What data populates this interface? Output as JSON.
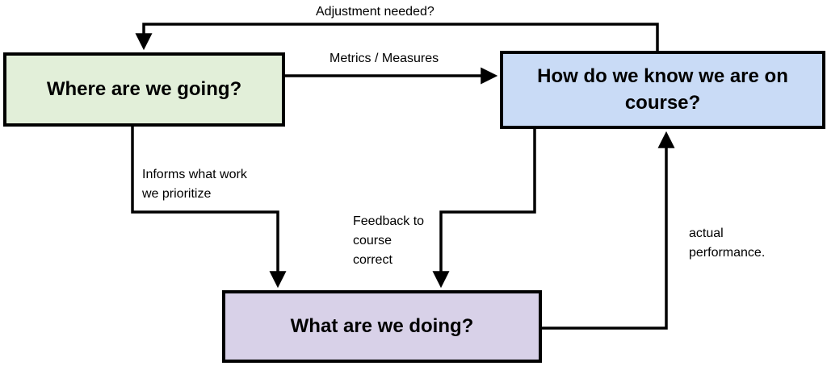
{
  "nodes": {
    "where": {
      "label": "Where are we going?",
      "fill": "#e2efd9"
    },
    "how": {
      "label": "How do we know we are on course?",
      "fill": "#c9dbf6"
    },
    "what": {
      "label": "What are we doing?",
      "fill": "#d8d1e8"
    }
  },
  "edges": {
    "adjustment": {
      "label": "Adjustment needed?"
    },
    "metrics": {
      "label": "Metrics / Measures"
    },
    "informs": {
      "label_line1": "Informs what work",
      "label_line2": "we prioritize"
    },
    "feedback": {
      "label_line1": "Feedback to",
      "label_line2": "course",
      "label_line3": "correct"
    },
    "actual": {
      "label_line1": "actual",
      "label_line2": "performance."
    }
  },
  "colors": {
    "stroke": "#000000"
  }
}
